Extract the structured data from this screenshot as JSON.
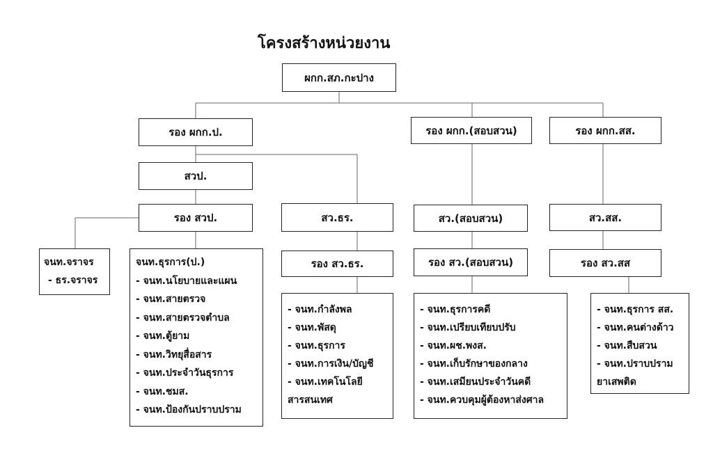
{
  "title": "โครงสร้างหน่วยงาน",
  "top": "ผกก.สภ.กะปาง",
  "deputy_admin": "รอง ผกก.ป.",
  "deputy_invest": "รอง ผกก.(สอบสวน)",
  "deputy_intel": "รอง ผกก.สส.",
  "admin_inspector": "สวป.",
  "admin_deputy_inspector": "รอง สวป.",
  "general_inspector": "สว.ธร.",
  "general_deputy": "รอง สว.ธร.",
  "invest_inspector": "สว.(สอบสวน)",
  "invest_deputy": "รอง สว.(สอบสวน)",
  "intel_inspector": "สว.สส.",
  "intel_deputy": "รอง สว.สส",
  "traffic": {
    "head": "จนท.จราจร",
    "items": [
      "- ธร.จราจร"
    ]
  },
  "admin_staff": {
    "head": "จนท.ธุรการ(ป.)",
    "items": [
      "- จนท.นโยบายและแผน",
      "- จนท.สายตรวจ",
      "- จนท.สายตรวจตำบล",
      "- จนท.ตู้ยาม",
      "- จนท.วิทยุสื่อสาร",
      "- จนท.ประจำวันธุรการ",
      "- จนท.ชมส.",
      "- จนท.ป้องกันปราบปราม"
    ]
  },
  "general_staff": {
    "items": [
      "- จนท.กำลังพล",
      "- จนท.พัสดุ",
      "- จนท.ธุรการ",
      "- จนท.การเงิน/บัญชี",
      "- จนท.เทคโนโลยี"
    ],
    "cont": "สารสนเทศ"
  },
  "invest_staff": {
    "items": [
      "- จนท.ธุรการคดี",
      "- จนท.เปรียบเทียบปรับ",
      "- จนท.ผช.พงส.",
      "- จนท.เก็บรักษาของกลาง",
      "- จนท.เสมียนประจำวันคดี",
      "- จนท.ควบคุมผู้ต้องหาส่งศาล"
    ]
  },
  "intel_staff": {
    "items": [
      "- จนท.ธุรการ สส.",
      "- จนท.คนต่างด้าว",
      "- จนท.สืบสวน",
      "- จนท.ปราบปราม"
    ],
    "cont": "ยาเสพติด"
  }
}
